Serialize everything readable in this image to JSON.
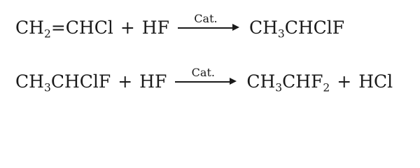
{
  "equations": [
    {
      "reactants": [
        {
          "parts": [
            {
              "t": "CH"
            },
            {
              "s": "2"
            },
            {
              "t": "=CHCl"
            }
          ]
        },
        {
          "parts": [
            {
              "t": "HF"
            }
          ]
        }
      ],
      "catalyst": "Cat.",
      "products": [
        {
          "parts": [
            {
              "t": "CH"
            },
            {
              "s": "3"
            },
            {
              "t": "CHClF"
            }
          ]
        }
      ]
    },
    {
      "reactants": [
        {
          "parts": [
            {
              "t": "CH"
            },
            {
              "s": "3"
            },
            {
              "t": "CHClF"
            }
          ]
        },
        {
          "parts": [
            {
              "t": "HF"
            }
          ]
        }
      ],
      "catalyst": "Cat.",
      "products": [
        {
          "parts": [
            {
              "t": "CH"
            },
            {
              "s": "3"
            },
            {
              "t": "CHF"
            },
            {
              "s": "2"
            }
          ]
        },
        {
          "parts": [
            {
              "t": "HCl"
            }
          ]
        }
      ]
    }
  ],
  "symbols": {
    "plus": "+"
  }
}
